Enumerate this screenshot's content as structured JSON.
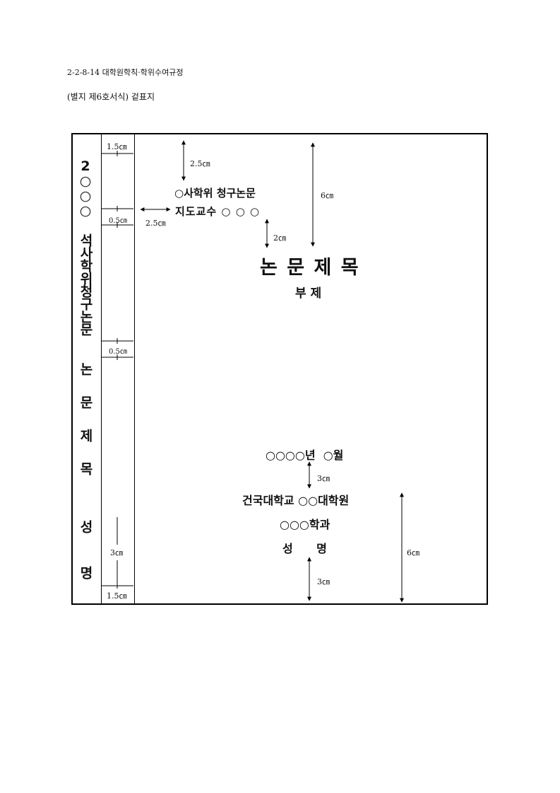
{
  "header": {
    "doc_code": "2-2-8-14  대학원학칙·학위수여규정",
    "form_title": "(별지 제6호서식) 겉표지"
  },
  "spine": {
    "year": "2○○○",
    "degree": "석사학위청구논문",
    "title": "논문제목",
    "name": "성명"
  },
  "spine_measurements": {
    "top": "1.5㎝",
    "gap1": "0.5㎝",
    "gap2": "0.5㎝",
    "name_area": "3㎝",
    "bottom": "1.5㎝"
  },
  "cover": {
    "degree_line": "○사학위 청구논문",
    "advisor_line": "지도교수 ○ ○ ○",
    "title": "논 문 제 목",
    "subtitle": "부 제",
    "date_line": "○○○○년  ○월",
    "university_line": "건국대학교 ○○대학원",
    "department_line": "○○○학과",
    "name_line": "성      명"
  },
  "cover_measurements": {
    "top_margin": "2.5㎝",
    "left_margin": "2.5㎝",
    "title_top": "6㎝",
    "advisor_to_title": "2㎝",
    "date_to_university": "3㎝",
    "name_to_bottom": "3㎝",
    "bottom_block": "6㎝"
  }
}
